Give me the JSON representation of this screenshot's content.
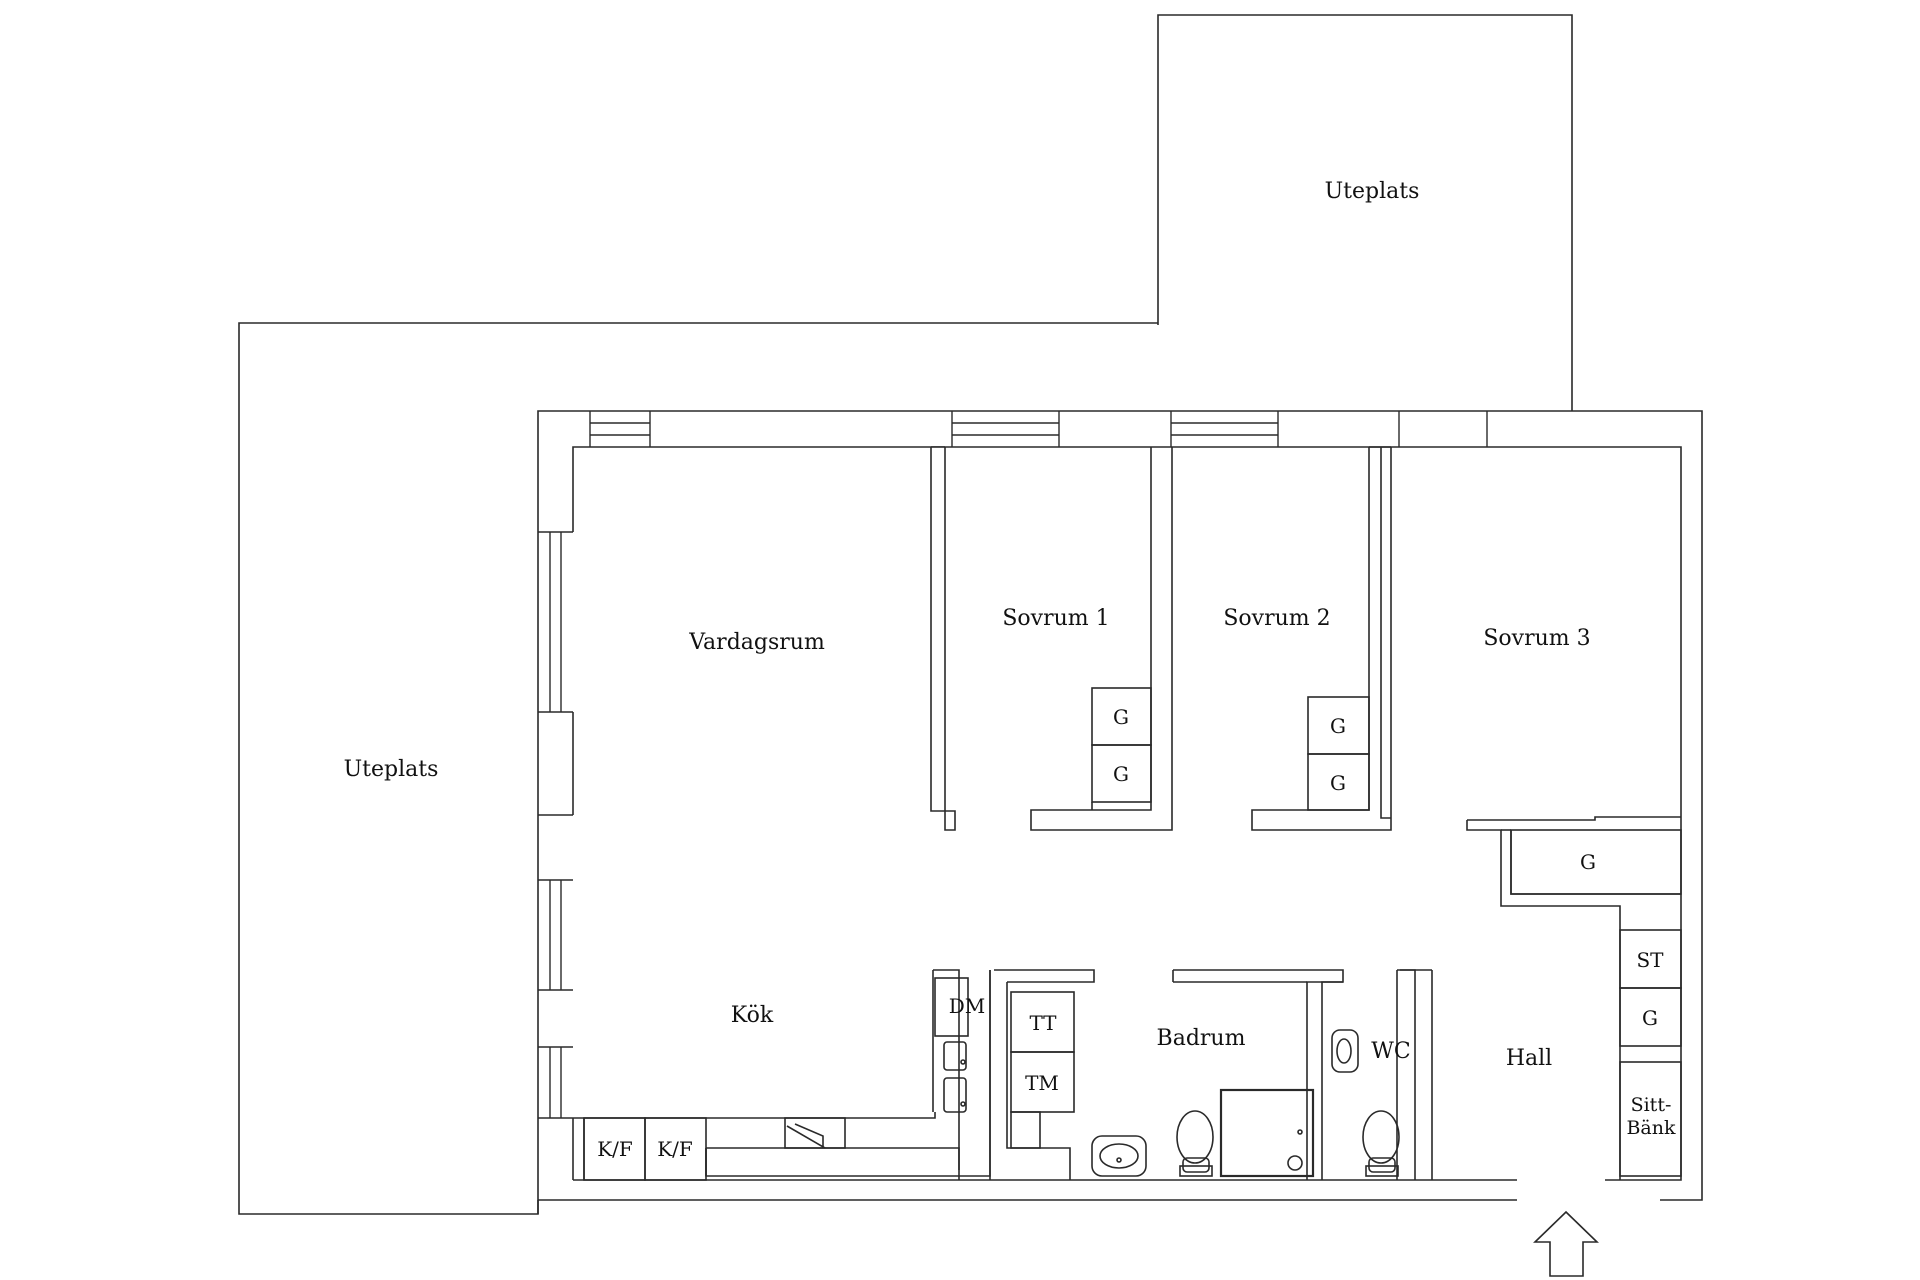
{
  "plan": {
    "rooms": {
      "terrace_top": "Uteplats",
      "terrace_left": "Uteplats",
      "living_room": "Vardagsrum",
      "bedroom_1": "Sovrum 1",
      "bedroom_2": "Sovrum 2",
      "bedroom_3": "Sovrum 3",
      "kitchen": "Kök",
      "bathroom": "Badrum",
      "wc": "WC",
      "hall": "Hall"
    },
    "fixtures": {
      "wardrobe": "G",
      "dishwasher": "DM",
      "fridge_freezer": "K/F",
      "dryer": "TT",
      "washer": "TM",
      "storage": "ST",
      "bench_line1": "Sitt-",
      "bench_line2": "Bänk"
    }
  },
  "colors": {
    "line": "#2a2a2a",
    "background": "#ffffff"
  },
  "icons": [
    "entrance-arrow-icon",
    "sink-icon",
    "toilet-icon",
    "shower-icon",
    "stove-icon"
  ]
}
